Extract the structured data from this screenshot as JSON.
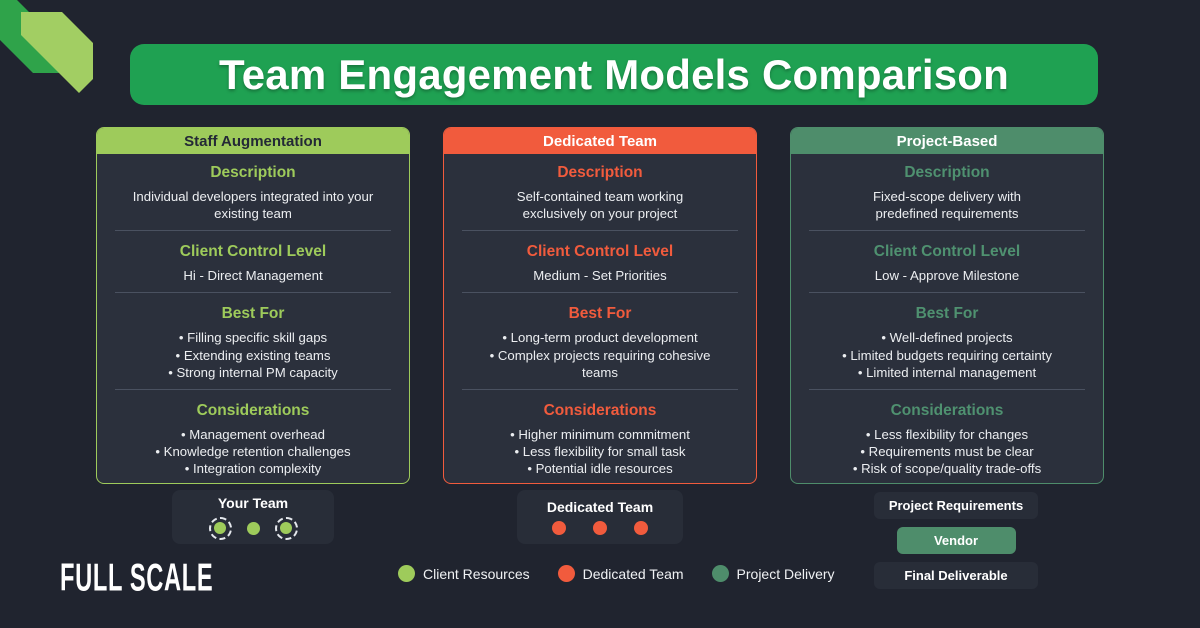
{
  "title": "Team Engagement Models Comparison",
  "brand": "FULL SCALE",
  "colors": {
    "background": "#20242F",
    "card_background": "#2B303C",
    "banner_green": "#1FA152",
    "staff_augmentation_accent": "#9ECB5B",
    "dedicated_team_accent": "#F15B3D",
    "project_based_accent": "#4E8D6B",
    "corner_stripe_dark_green": "#2FA34A",
    "corner_stripe_light_green": "#A2CE63"
  },
  "cards": [
    {
      "title": "Staff Augmentation",
      "description_heading": "Description",
      "description": "Individual developers integrated into your existing team",
      "control_heading": "Client Control Level",
      "control": "Hi - Direct Management",
      "best_heading": "Best For",
      "best": [
        "• Filling specific skill gaps",
        "• Extending existing teams",
        "• Strong internal PM capacity"
      ],
      "considerations_heading": "Considerations",
      "considerations": [
        "• Management overhead",
        "• Knowledge retention challenges",
        "• Integration complexity"
      ]
    },
    {
      "title": "Dedicated Team",
      "description_heading": "Description",
      "description": "Self-contained team working exclusively on your project",
      "control_heading": "Client Control Level",
      "control": "Medium - Set Priorities",
      "best_heading": "Best For",
      "best": [
        "• Long-term product development",
        "• Complex projects requiring cohesive teams"
      ],
      "considerations_heading": "Considerations",
      "considerations": [
        "• Higher minimum commitment",
        "• Less flexibility for small task",
        "• Potential idle resources"
      ]
    },
    {
      "title": "Project-Based",
      "description_heading": "Description",
      "description": "Fixed-scope delivery with predefined requirements",
      "control_heading": "Client Control Level",
      "control": "Low - Approve Milestone",
      "best_heading": "Best For",
      "best": [
        "• Well-defined projects",
        "• Limited budgets requiring certainty",
        "• Limited internal management"
      ],
      "considerations_heading": "Considerations",
      "considerations": [
        "• Less flexibility for changes",
        "• Requirements must be clear",
        "• Risk of scope/quality trade-offs"
      ]
    }
  ],
  "widgets": {
    "your_team_label": "Your Team",
    "dedicated_team_label": "Dedicated Team",
    "flow": {
      "requirements": "Project Requirements",
      "vendor": "Vendor",
      "deliverable": "Final Deliverable"
    }
  },
  "legend": [
    {
      "label": "Client Resources",
      "color": "#9ECB5B"
    },
    {
      "label": "Dedicated Team",
      "color": "#F15B3D"
    },
    {
      "label": "Project Delivery",
      "color": "#4E8D6B"
    }
  ]
}
